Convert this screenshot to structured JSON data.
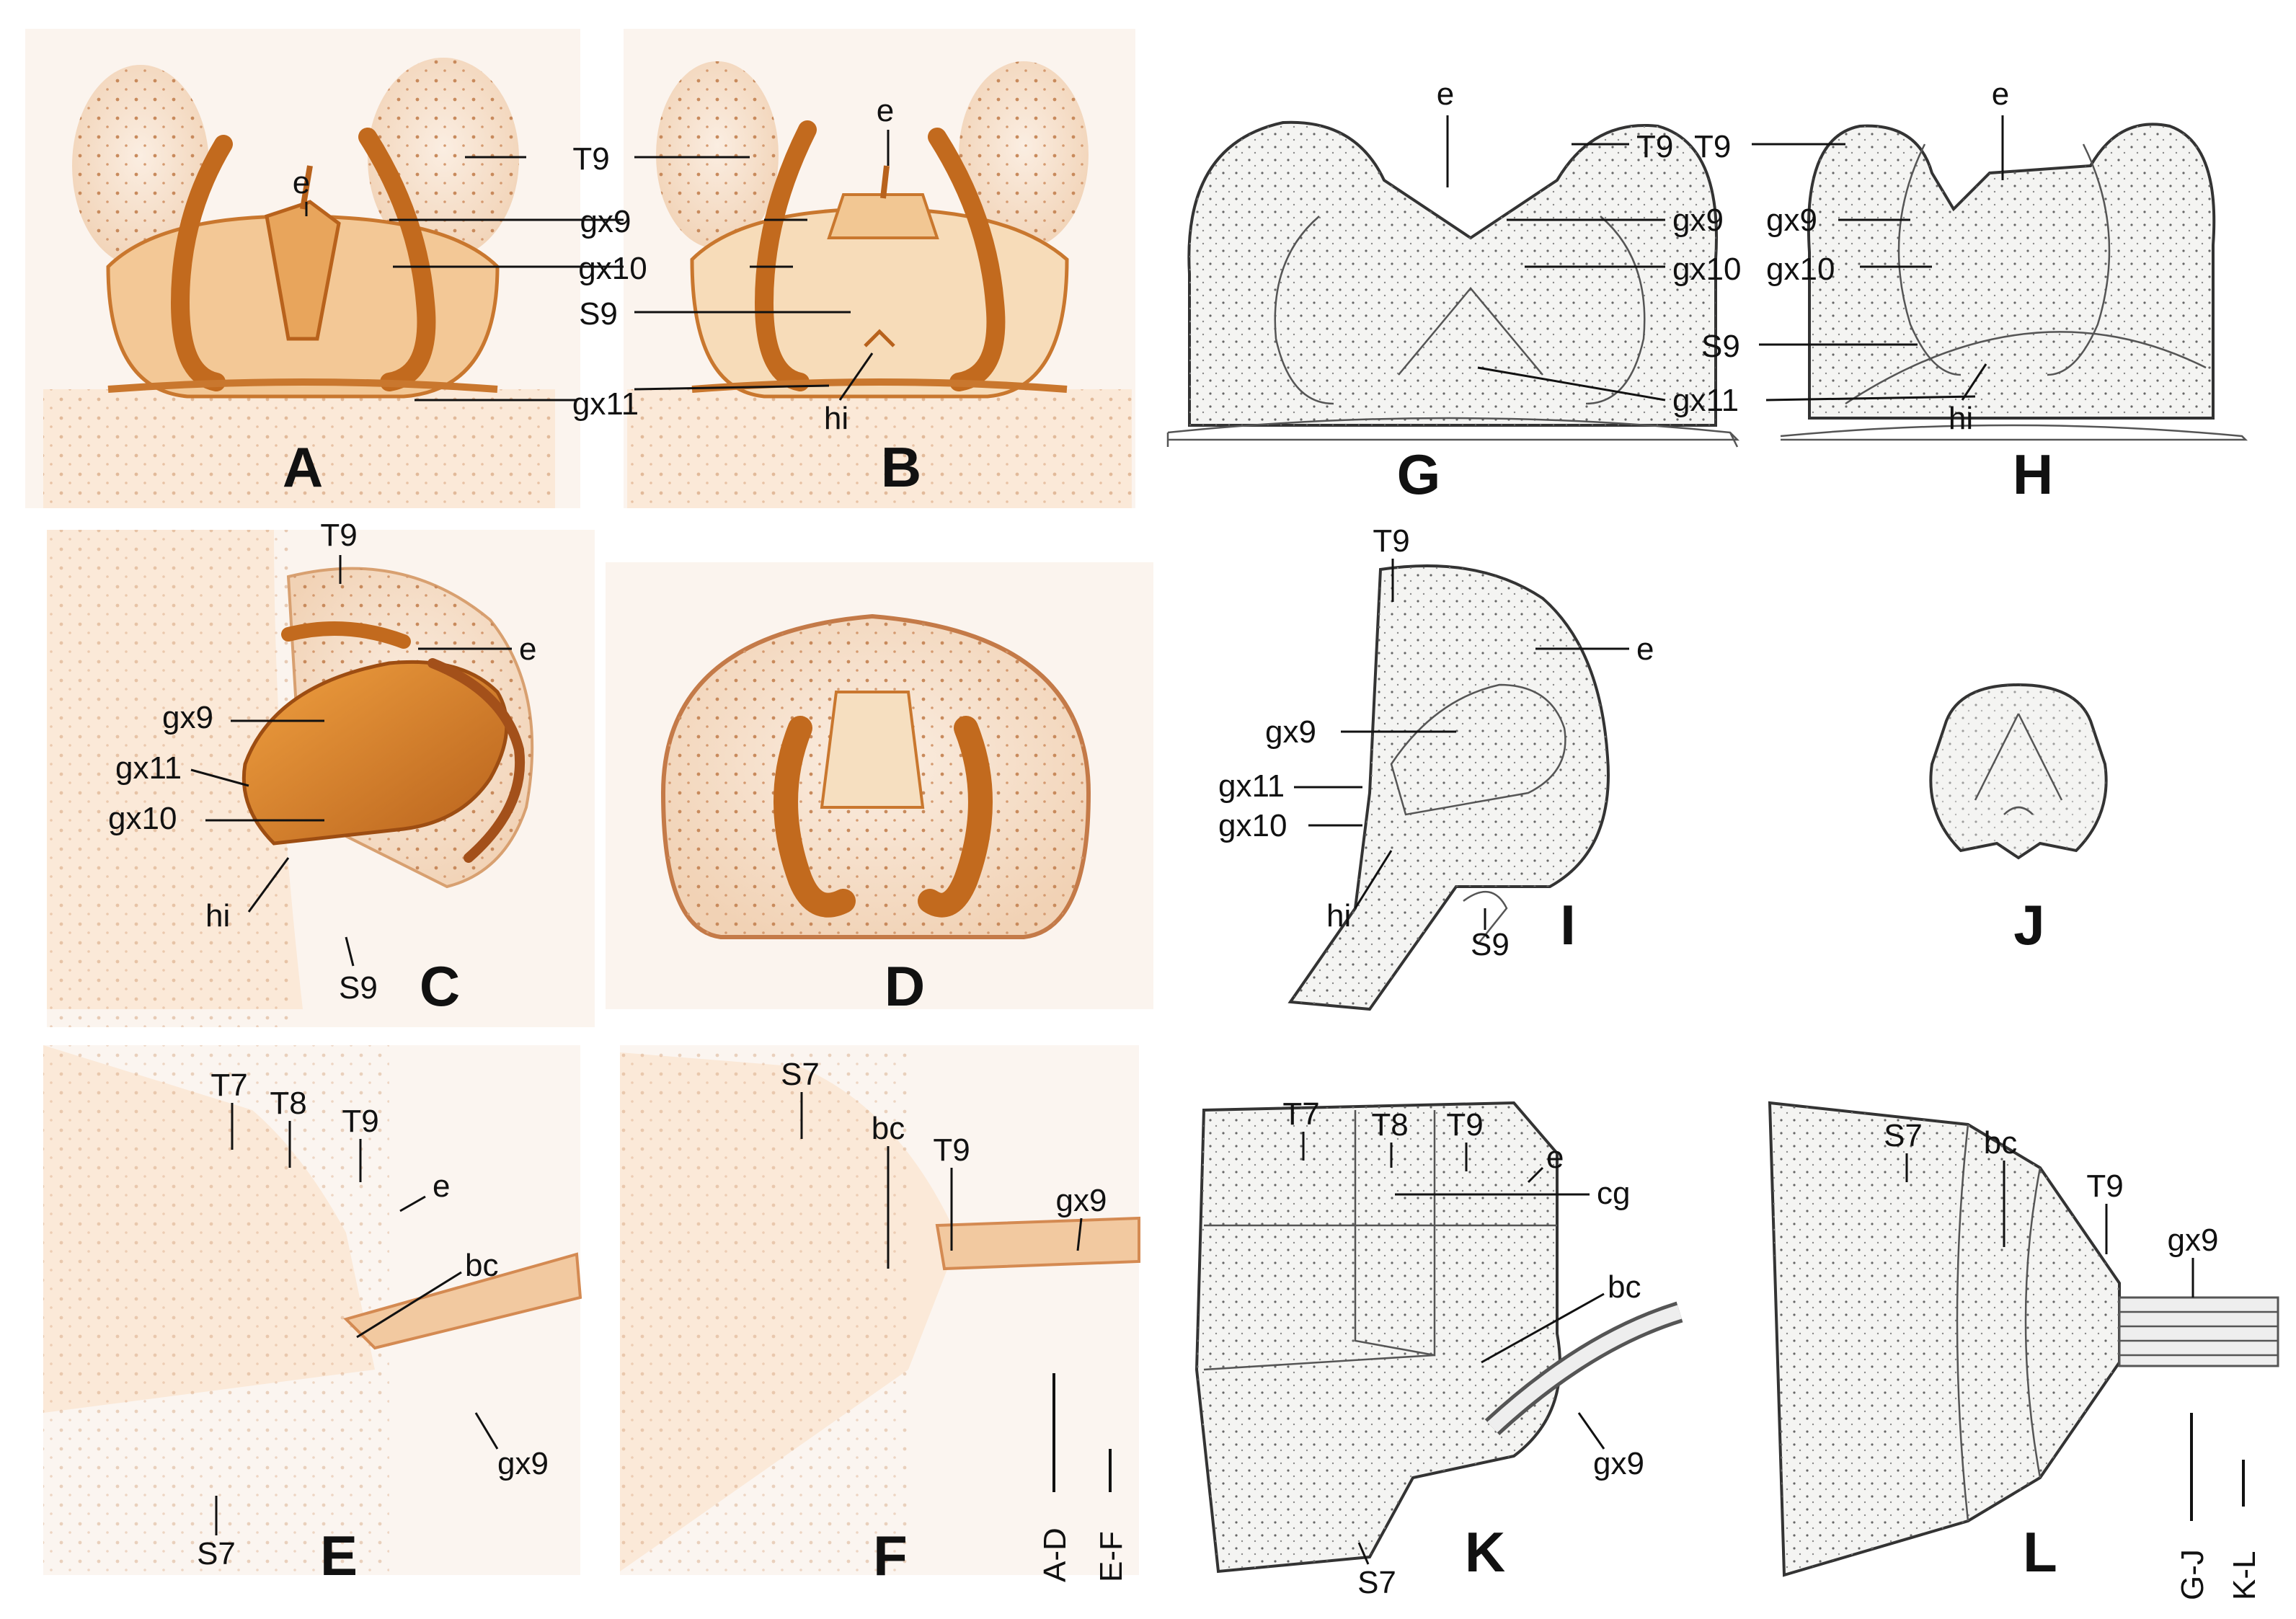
{
  "panels": {
    "A": {
      "letter": "A",
      "labels": [
        {
          "id": "A-e",
          "text": "e"
        },
        {
          "id": "A-T9",
          "text": "T9"
        },
        {
          "id": "A-gx9",
          "text": "gx9"
        },
        {
          "id": "A-gx10",
          "text": "gx10"
        },
        {
          "id": "A-S9",
          "text": "S9"
        },
        {
          "id": "A-gx11",
          "text": "gx11"
        }
      ]
    },
    "B": {
      "letter": "B",
      "labels": [
        {
          "id": "B-e",
          "text": "e"
        },
        {
          "id": "B-hi",
          "text": "hi"
        }
      ]
    },
    "C": {
      "letter": "C",
      "labels": [
        {
          "id": "C-T9",
          "text": "T9"
        },
        {
          "id": "C-e",
          "text": "e"
        },
        {
          "id": "C-gx9",
          "text": "gx9"
        },
        {
          "id": "C-gx11",
          "text": "gx11"
        },
        {
          "id": "C-gx10",
          "text": "gx10"
        },
        {
          "id": "C-hi",
          "text": "hi"
        },
        {
          "id": "C-S9",
          "text": "S9"
        }
      ]
    },
    "D": {
      "letter": "D",
      "labels": []
    },
    "E": {
      "letter": "E",
      "labels": [
        {
          "id": "E-T7",
          "text": "T7"
        },
        {
          "id": "E-T8",
          "text": "T8"
        },
        {
          "id": "E-T9",
          "text": "T9"
        },
        {
          "id": "E-e",
          "text": "e"
        },
        {
          "id": "E-bc",
          "text": "bc"
        },
        {
          "id": "E-gx9",
          "text": "gx9"
        },
        {
          "id": "E-S7",
          "text": "S7"
        }
      ]
    },
    "F": {
      "letter": "F",
      "labels": [
        {
          "id": "F-S7",
          "text": "S7"
        },
        {
          "id": "F-bc",
          "text": "bc"
        },
        {
          "id": "F-T9",
          "text": "T9"
        },
        {
          "id": "F-gx9",
          "text": "gx9"
        }
      ]
    },
    "G": {
      "letter": "G",
      "labels": [
        {
          "id": "G-e",
          "text": "e"
        },
        {
          "id": "G-T9",
          "text": "T9"
        },
        {
          "id": "G-gx9",
          "text": "gx9"
        },
        {
          "id": "G-gx10",
          "text": "gx10"
        },
        {
          "id": "G-gx11",
          "text": "gx11"
        }
      ]
    },
    "H": {
      "letter": "H",
      "labels": [
        {
          "id": "H-e",
          "text": "e"
        },
        {
          "id": "H-T9",
          "text": "T9"
        },
        {
          "id": "H-gx9",
          "text": "gx9"
        },
        {
          "id": "H-gx10",
          "text": "gx10"
        },
        {
          "id": "H-S9",
          "text": "S9"
        },
        {
          "id": "H-gx11",
          "text": "gx11"
        },
        {
          "id": "H-hi",
          "text": "hi"
        }
      ]
    },
    "I": {
      "letter": "I",
      "labels": [
        {
          "id": "I-T9",
          "text": "T9"
        },
        {
          "id": "I-e",
          "text": "e"
        },
        {
          "id": "I-gx9",
          "text": "gx9"
        },
        {
          "id": "I-gx11",
          "text": "gx11"
        },
        {
          "id": "I-gx10",
          "text": "gx10"
        },
        {
          "id": "I-hi",
          "text": "hi"
        },
        {
          "id": "I-S9",
          "text": "S9"
        }
      ]
    },
    "J": {
      "letter": "J",
      "labels": []
    },
    "K": {
      "letter": "K",
      "labels": [
        {
          "id": "K-T7",
          "text": "T7"
        },
        {
          "id": "K-T8",
          "text": "T8"
        },
        {
          "id": "K-T9",
          "text": "T9"
        },
        {
          "id": "K-e",
          "text": "e"
        },
        {
          "id": "K-cg",
          "text": "cg"
        },
        {
          "id": "K-bc",
          "text": "bc"
        },
        {
          "id": "K-gx9",
          "text": "gx9"
        },
        {
          "id": "K-S7",
          "text": "S7"
        }
      ]
    },
    "L": {
      "letter": "L",
      "labels": [
        {
          "id": "L-S7",
          "text": "S7"
        },
        {
          "id": "L-bc",
          "text": "bc"
        },
        {
          "id": "L-T9",
          "text": "T9"
        },
        {
          "id": "L-gx9",
          "text": "gx9"
        }
      ]
    }
  },
  "scale_bars": {
    "ad": "A-D",
    "ef": "E-F",
    "gj": "G-J",
    "kl": "K-L"
  },
  "colors": {
    "photo_bg": "#fbefe4",
    "sclerite": "#d8862e",
    "sclerite_dark": "#b8621c",
    "setae": "#9a5a2a",
    "ink": "#111111"
  }
}
